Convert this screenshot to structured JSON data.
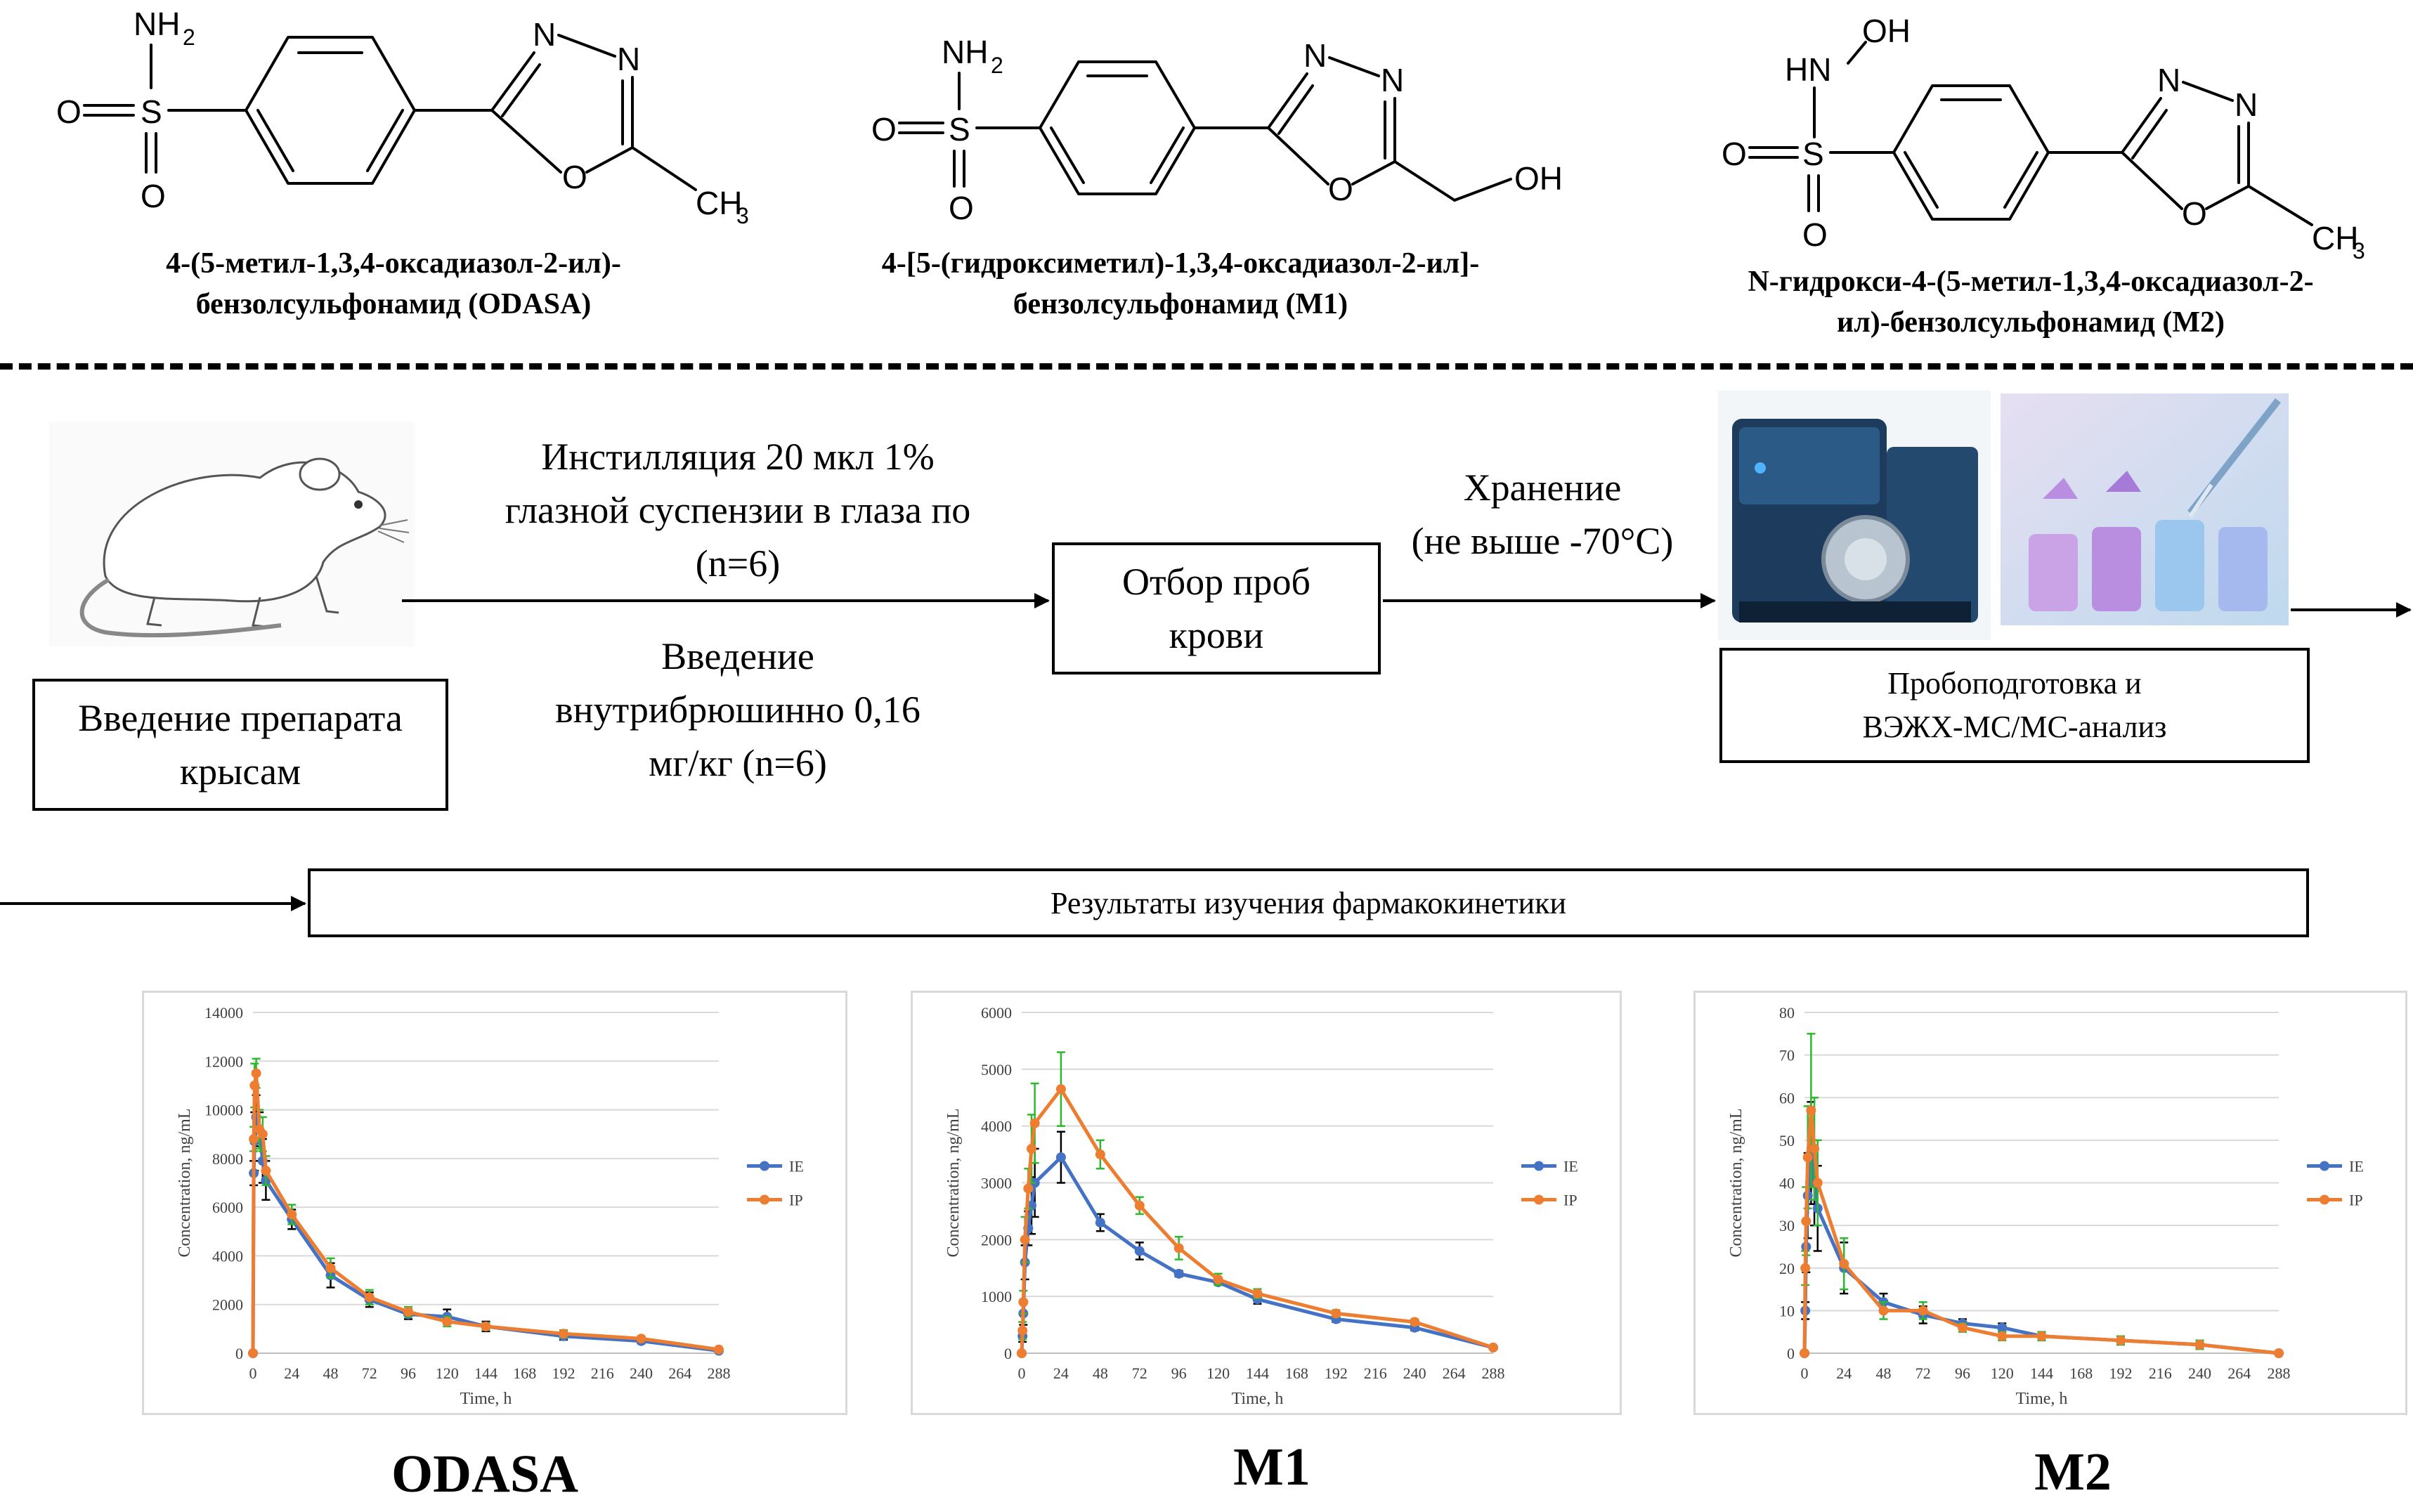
{
  "compounds": [
    {
      "name_line1": "4-(5-метил-1,3,4-оксадиазол-2-ил)-",
      "name_line2": "бензолсульфонамид (ODASA)",
      "atoms": {
        "nh2": "NH",
        "nh2_sub": "2",
        "o1": "O",
        "s": "S",
        "o2": "O",
        "n1": "N",
        "n2": "N",
        "o_ring": "O",
        "ch3": "CH",
        "ch3_sub": "3"
      }
    },
    {
      "name_line1": "4-[5-(гидроксиметил)-1,3,4-оксадиазол-2-ил]-",
      "name_line2": "бензолсульфонамид (M1)",
      "atoms": {
        "nh2": "NH",
        "nh2_sub": "2",
        "o1": "O",
        "s": "S",
        "o2": "O",
        "n1": "N",
        "n2": "N",
        "o_ring": "O",
        "oh": "OH"
      }
    },
    {
      "name_line1": "N-гидрокси-4-(5-метил-1,3,4-оксадиазол-2-",
      "name_line2": "ил)-бензолсульфонамид (M2)",
      "atoms": {
        "hn": "HN",
        "oh": "OH",
        "o1": "O",
        "s": "S",
        "o2": "O",
        "n1": "N",
        "n2": "N",
        "o_ring": "O",
        "ch3": "CH",
        "ch3_sub": "3"
      }
    }
  ],
  "workflow": {
    "admin_box": "Введение препарата крысам",
    "instill_text": [
      "Инстилляция 20 мкл 1%",
      "глазной суспензии в глаза по",
      "(n=6)"
    ],
    "ip_text": [
      "Введение",
      "внутрибрюшинно 0,16",
      "мг/кг (n=6)"
    ],
    "sampling_box": [
      "Отбор проб",
      "крови"
    ],
    "storage_text": [
      "Хранение",
      "(не выше -70°C)"
    ],
    "analysis_box": [
      "Пробоподготовка и",
      "ВЭЖХ-МС/МС-анализ"
    ],
    "results_box": "Результаты изучения фармакокинетики"
  },
  "chart_data": [
    {
      "type": "line",
      "label": "ODASA",
      "xlabel": "Time, h",
      "ylabel": "Concentration, ng/mL",
      "xlim": [
        0,
        288
      ],
      "ylim": [
        0,
        14000
      ],
      "xticks": [
        0,
        24,
        48,
        72,
        96,
        120,
        144,
        168,
        192,
        216,
        240,
        264,
        288
      ],
      "yticks": [
        0,
        2000,
        4000,
        6000,
        8000,
        10000,
        12000,
        14000
      ],
      "legend_position": "right",
      "series": [
        {
          "name": "IE",
          "color": "#4472C4",
          "x": [
            0,
            0.5,
            1,
            2,
            4,
            6,
            8,
            24,
            48,
            72,
            96,
            120,
            144,
            192,
            240,
            288
          ],
          "y": [
            0,
            7400,
            8700,
            9700,
            9200,
            7900,
            7100,
            5500,
            3200,
            2200,
            1600,
            1500,
            1100,
            700,
            500,
            100
          ],
          "err": [
            0,
            500,
            1200,
            900,
            700,
            900,
            800,
            400,
            500,
            300,
            200,
            300,
            200,
            150,
            100,
            50
          ]
        },
        {
          "name": "IP",
          "color": "#ED7D31",
          "x": [
            0,
            0.5,
            1,
            2,
            4,
            6,
            8,
            24,
            48,
            72,
            96,
            120,
            144,
            192,
            240,
            288
          ],
          "y": [
            0,
            8800,
            11000,
            11500,
            9200,
            9000,
            7500,
            5700,
            3500,
            2300,
            1700,
            1300,
            1100,
            800,
            600,
            150
          ],
          "err": [
            0,
            500,
            900,
            600,
            800,
            700,
            600,
            400,
            400,
            300,
            200,
            200,
            150,
            150,
            100,
            50
          ]
        }
      ]
    },
    {
      "type": "line",
      "label": "M1",
      "xlabel": "Time, h",
      "ylabel": "Concentration, ng/mL",
      "xlim": [
        0,
        288
      ],
      "ylim": [
        0,
        6000
      ],
      "xticks": [
        0,
        24,
        48,
        72,
        96,
        120,
        144,
        168,
        192,
        216,
        240,
        264,
        288
      ],
      "yticks": [
        0,
        1000,
        2000,
        3000,
        4000,
        5000,
        6000
      ],
      "legend_position": "right",
      "series": [
        {
          "name": "IE",
          "color": "#4472C4",
          "x": [
            0,
            0.5,
            1,
            2,
            4,
            6,
            8,
            24,
            48,
            72,
            96,
            120,
            144,
            192,
            240,
            288
          ],
          "y": [
            0,
            300,
            700,
            1600,
            2200,
            2600,
            3000,
            3450,
            2300,
            1800,
            1400,
            1250,
            950,
            600,
            450,
            100
          ],
          "err": [
            0,
            100,
            200,
            300,
            300,
            500,
            600,
            450,
            150,
            150,
            50,
            50,
            80,
            50,
            50,
            20
          ]
        },
        {
          "name": "IP",
          "color": "#ED7D31",
          "x": [
            0,
            0.5,
            1,
            2,
            4,
            6,
            8,
            24,
            48,
            72,
            96,
            120,
            144,
            192,
            240,
            288
          ],
          "y": [
            0,
            400,
            900,
            2000,
            2900,
            3600,
            4050,
            4650,
            3500,
            2600,
            1850,
            1300,
            1050,
            700,
            550,
            100
          ],
          "err": [
            0,
            150,
            200,
            400,
            350,
            600,
            700,
            650,
            250,
            150,
            200,
            100,
            80,
            60,
            50,
            20
          ]
        }
      ]
    },
    {
      "type": "line",
      "label": "M2",
      "xlabel": "Time, h",
      "ylabel": "Concentration, ng/mL",
      "xlim": [
        0,
        288
      ],
      "ylim": [
        0,
        80
      ],
      "xticks": [
        0,
        24,
        48,
        72,
        96,
        120,
        144,
        168,
        192,
        216,
        240,
        264,
        288
      ],
      "yticks": [
        0,
        10,
        20,
        30,
        40,
        50,
        60,
        70,
        80
      ],
      "legend_position": "right",
      "series": [
        {
          "name": "IE",
          "color": "#4472C4",
          "x": [
            0,
            0.5,
            1,
            2,
            4,
            6,
            8,
            24,
            48,
            72,
            96,
            120,
            144,
            192,
            240,
            288
          ],
          "y": [
            0,
            10,
            25,
            37,
            47,
            40,
            34,
            20,
            12,
            9,
            7,
            6,
            4,
            3,
            2,
            0
          ],
          "err": [
            0,
            2,
            6,
            10,
            12,
            10,
            10,
            6,
            2,
            2,
            1,
            1,
            1,
            1,
            1,
            0
          ]
        },
        {
          "name": "IP",
          "color": "#ED7D31",
          "x": [
            0,
            0.5,
            1,
            2,
            4,
            6,
            8,
            24,
            48,
            72,
            96,
            120,
            144,
            192,
            240,
            288
          ],
          "y": [
            0,
            20,
            31,
            46,
            57,
            48,
            40,
            21,
            10,
            10,
            6,
            4,
            4,
            3,
            2,
            0
          ],
          "err": [
            0,
            4,
            8,
            12,
            18,
            12,
            10,
            6,
            2,
            2,
            1,
            1,
            1,
            1,
            1,
            0
          ]
        }
      ]
    }
  ]
}
